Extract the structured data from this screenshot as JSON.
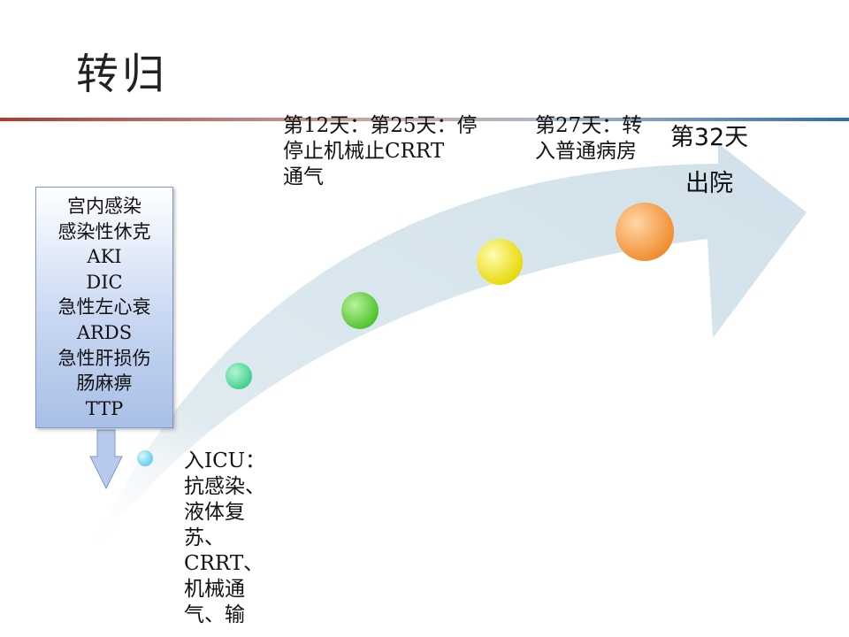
{
  "slide": {
    "title": "转归"
  },
  "callout": {
    "lines": [
      "宫内感染",
      "感染性休克",
      "AKI",
      "DIC",
      "急性左心衰",
      "ARDS",
      "急性肝损伤",
      "肠麻痹",
      "TTP"
    ]
  },
  "timeline": {
    "milestones": [
      {
        "lines": [
          "入ICU：",
          "抗感染、",
          "液体复",
          "苏、",
          "CRRT、",
          "机械通",
          "气、输"
        ],
        "color": "#8fe2f5"
      },
      {
        "lines": [],
        "color": "#66dda8"
      },
      {
        "lines": [
          "第12天：第25天：停",
          "停止机械止CRRT",
          "通气"
        ],
        "color": "#66cc44"
      },
      {
        "lines": [],
        "color": "#f2ea30"
      },
      {
        "lines": [
          "第27天：转",
          "入普通病房"
        ],
        "color": "#f7a046"
      },
      {
        "lines": [
          "第32天",
          "出院"
        ]
      }
    ]
  },
  "colors": {
    "rule_left": "#b03a2e",
    "rule_right": "#2e6bb0",
    "arrow_fill": "#d6e4ec",
    "callout_border": "#7f98c9"
  }
}
